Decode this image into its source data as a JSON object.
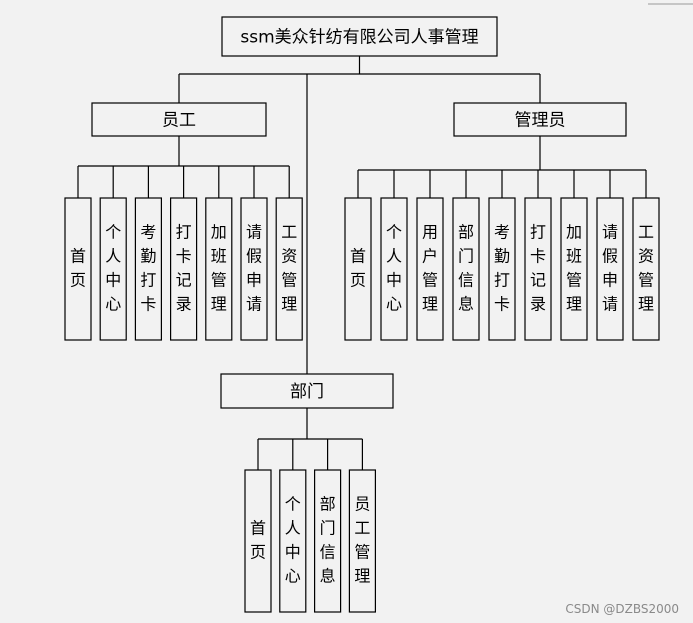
{
  "root": {
    "label": "ssm美众针纺有限公司人事管理"
  },
  "groups": [
    {
      "key": "employee",
      "label": "员工",
      "children": [
        "首页",
        "个人中心",
        "考勤打卡",
        "打卡记录",
        "加班管理",
        "请假申请",
        "工资管理"
      ]
    },
    {
      "key": "admin",
      "label": "管理员",
      "children": [
        "首页",
        "个人中心",
        "用户管理",
        "部门信息",
        "考勤打卡",
        "打卡记录",
        "加班管理",
        "请假申请",
        "工资管理"
      ]
    },
    {
      "key": "department",
      "label": "部门",
      "children": [
        "首页",
        "个人中心",
        "部门信息",
        "员工管理"
      ]
    }
  ],
  "watermark": "CSDN @DZBS2000"
}
